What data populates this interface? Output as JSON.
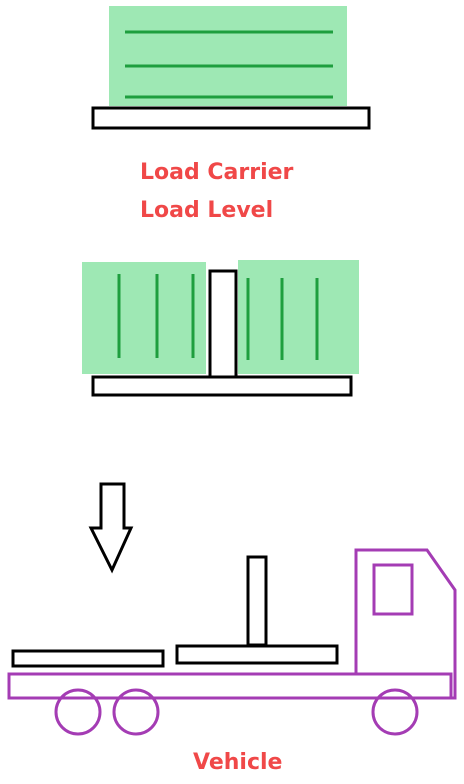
{
  "labels": {
    "load_carrier": "Load Carrier",
    "load_level": "Load Level",
    "vehicle": "Vehicle"
  },
  "colors": {
    "label_red": "#f04848",
    "cargo_fill": "#9ee8b4",
    "cargo_line": "#1e9e3e",
    "outline": "#000000",
    "vehicle": "#a43cb4"
  }
}
